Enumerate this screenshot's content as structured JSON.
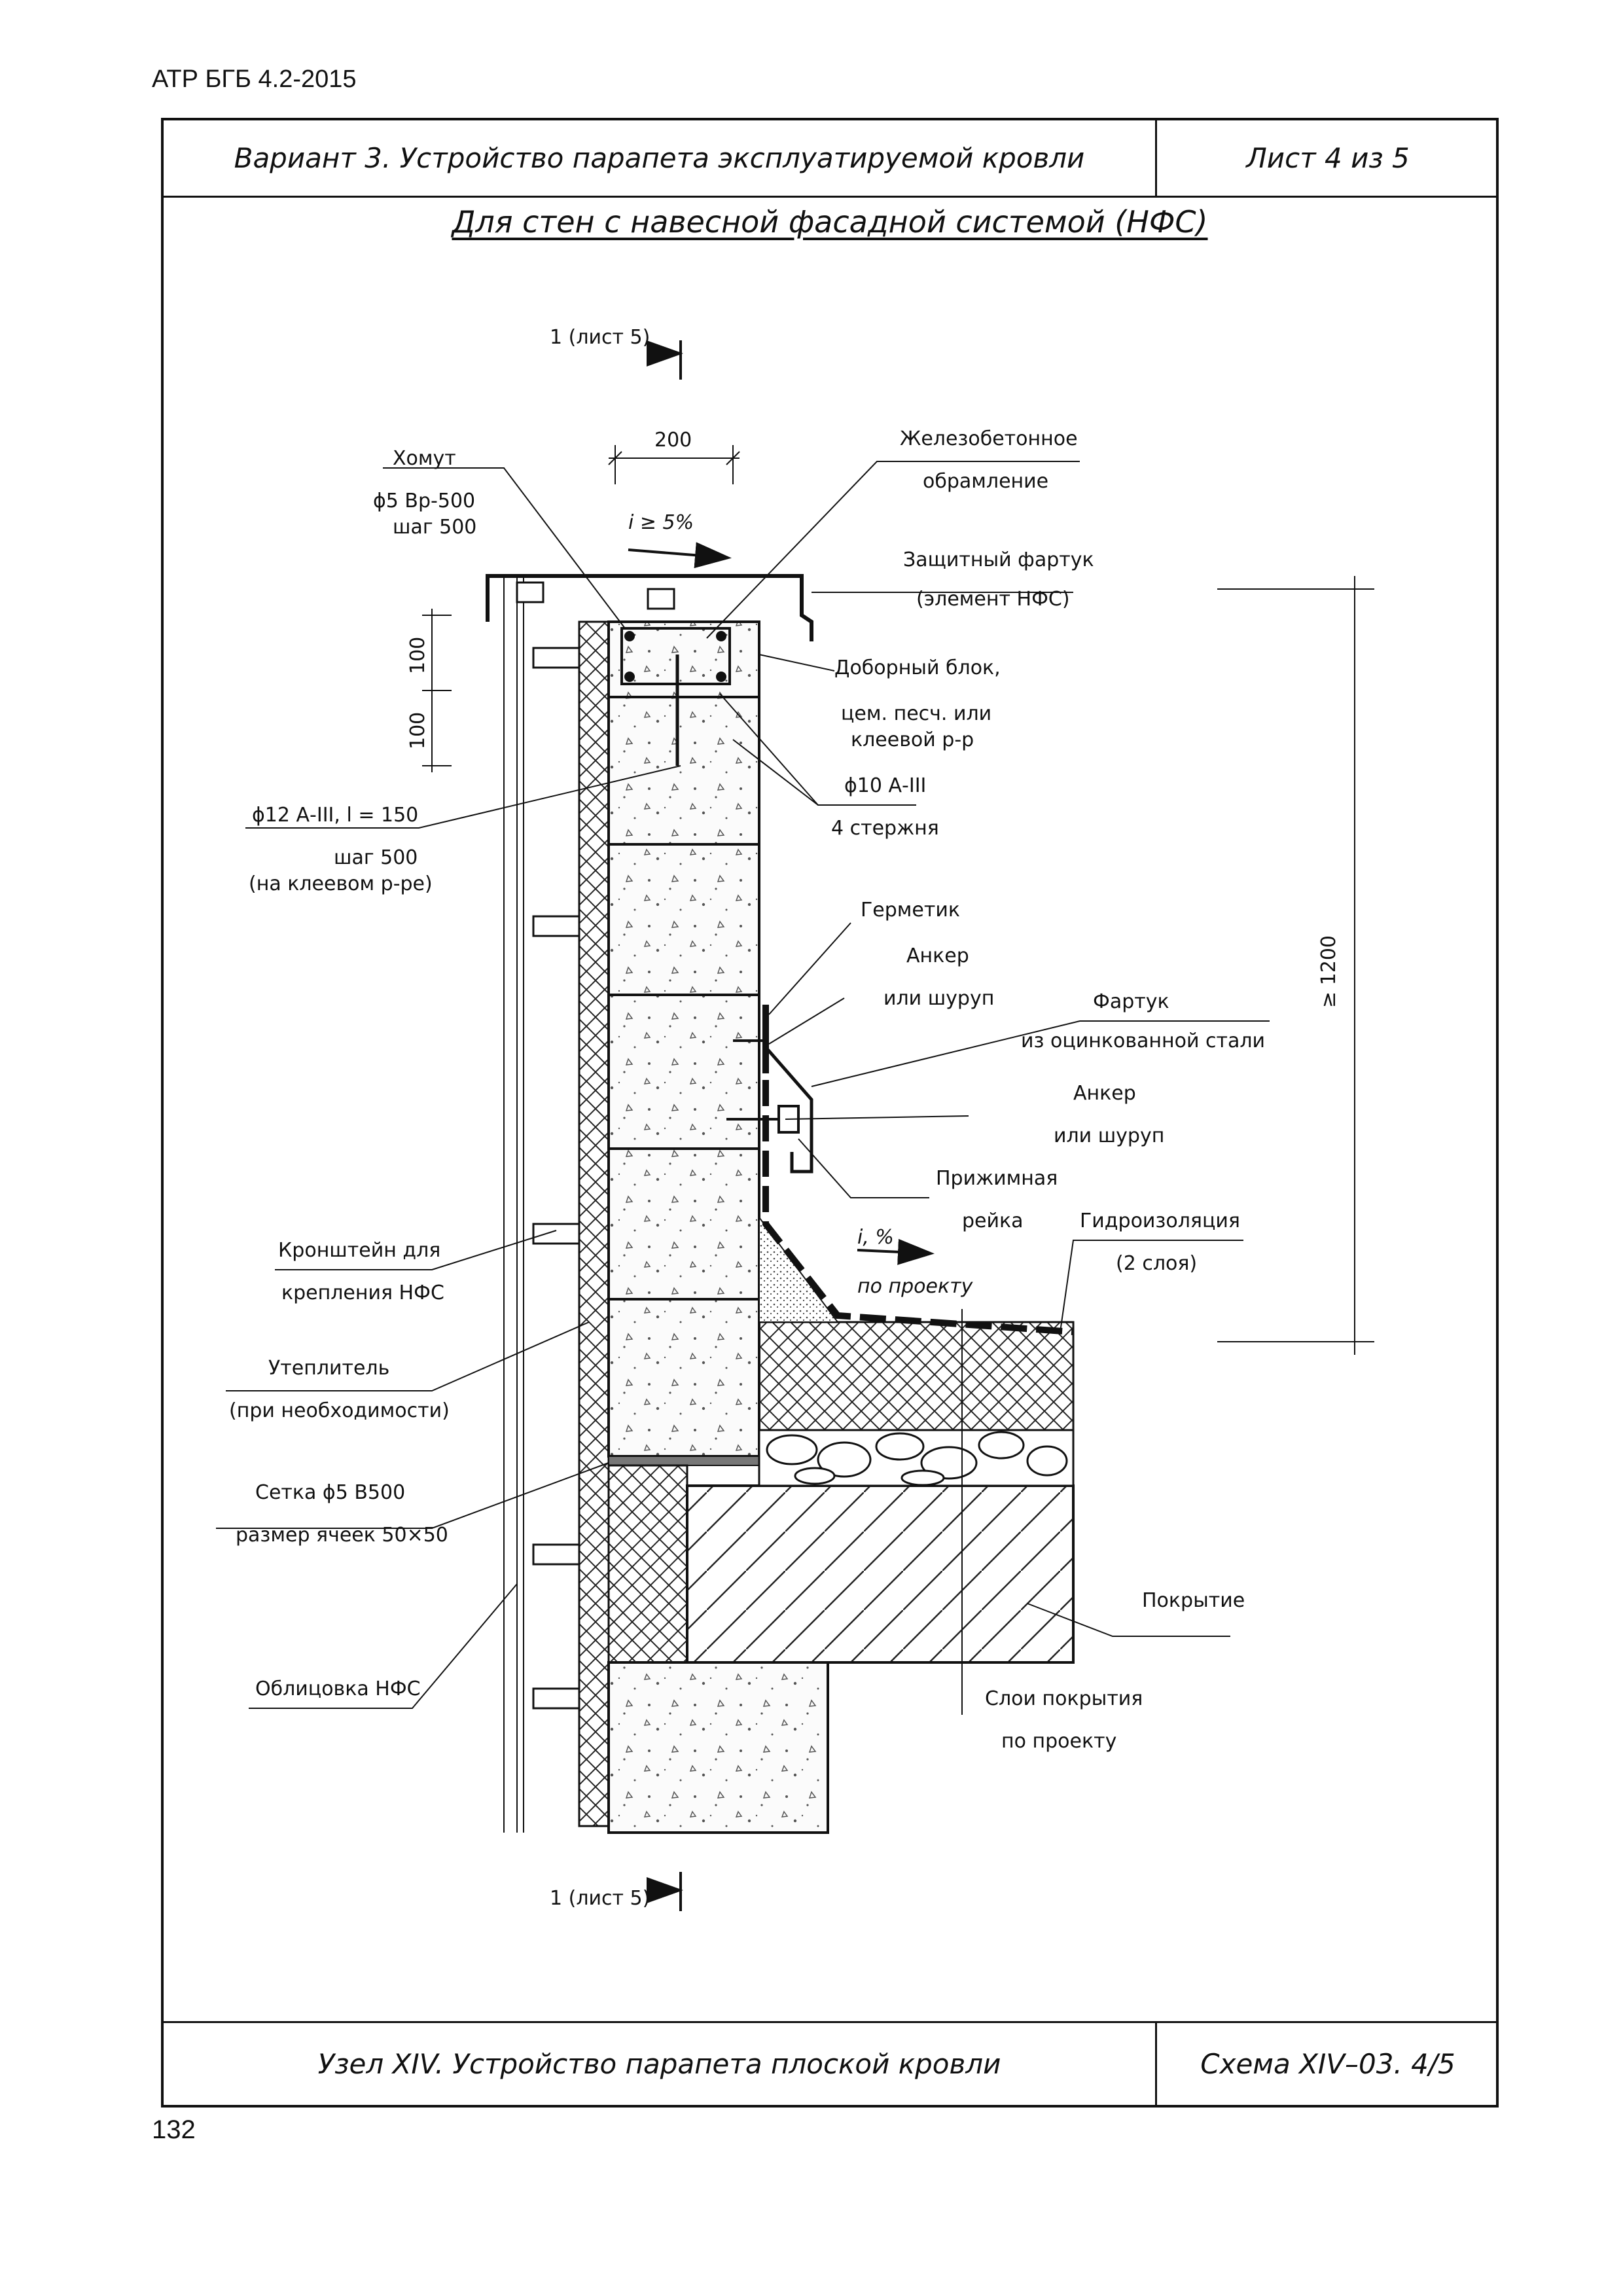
{
  "document": {
    "code": "АТР БГБ 4.2-2015",
    "page_number": "132"
  },
  "header": {
    "title": "Вариант 3. Устройство парапета эксплуатируемой кровли",
    "sheet": "Лист 4 из 5"
  },
  "subtitle": "Для стен с навесной фасадной системой (НФС)",
  "footer": {
    "node": "Узел XIV. Устройство парапета плоской кровли",
    "scheme": "Схема XIV–03. 4/5"
  },
  "drawing": {
    "section_top": "1 (лист 5)",
    "section_bottom": "1 (лист 5)",
    "dim_200": "200",
    "dim_100_a": "100",
    "dim_100_b": "100",
    "dim_1200": "≥ 1200",
    "slope_top": "i ≥ 5%",
    "slope_roof_1": "i, %",
    "slope_roof_2": "по проекту",
    "labels": {
      "clamp_1": "Хомут",
      "clamp_2": "ϕ5 Вр-500",
      "clamp_3": "шаг 500",
      "rc_frame_1": "Железобетонное",
      "rc_frame_2": "обрамление",
      "apron_1": "Защитный фартук",
      "apron_2": "(элемент НФС)",
      "block_1": "Доборный блок,",
      "block_2": "цем. песч. или",
      "block_3": "клеевой р-р",
      "rebar_1": "ϕ10 А-III",
      "rebar_2": "4 стержня",
      "pin_1": "ϕ12 А-III, l = 150",
      "pin_2": "шаг 500",
      "pin_3": "(на клеевом р-ре)",
      "sealant": "Герметик",
      "anchor1_1": "Анкер",
      "anchor1_2": "или шуруп",
      "flashing_1": "Фартук",
      "flashing_2": "из оцинкованной стали",
      "anchor2_1": "Анкер",
      "anchor2_2": "или шуруп",
      "batten_1": "Прижимная",
      "batten_2": "рейка",
      "waterproof_1": "Гидроизоляция",
      "waterproof_2": "(2 слоя)",
      "bracket_1": "Кронштейн для",
      "bracket_2": "крепления НФС",
      "insul_1": "Утеплитель",
      "insul_2": "(при необходимости)",
      "mesh_1": "Сетка ϕ5 В500",
      "mesh_2": "размер ячеек 50×50",
      "cladding": "Облицовка НФС",
      "slab": "Покрытие",
      "layers_1": "Слои покрытия",
      "layers_2": "по проекту"
    }
  }
}
